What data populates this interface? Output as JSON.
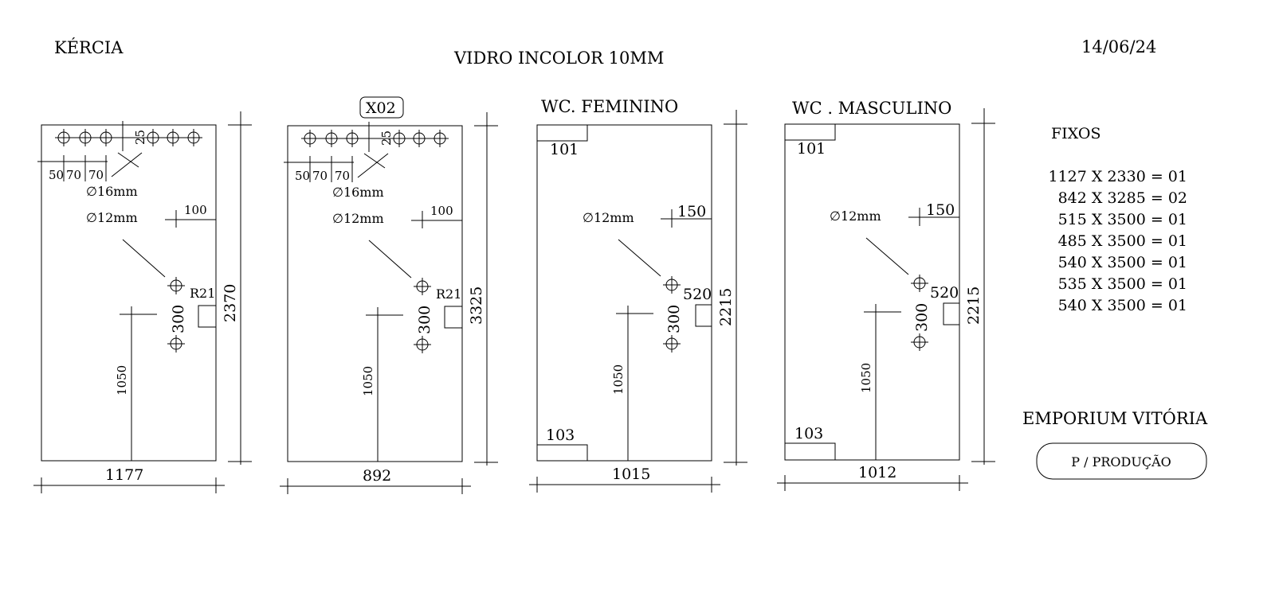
{
  "header": {
    "client": "KÉRCIA",
    "title": "VIDRO INCOLOR 10MM",
    "date": "14/06/24"
  },
  "panels": [
    {
      "label": "",
      "tag": "X02",
      "width_label": "1177",
      "height_label": "2370",
      "hole_spacing": [
        "50",
        "70",
        "70"
      ],
      "top_offset": "25",
      "diam1": "∅16mm",
      "diam2": "∅12mm",
      "edge_offset": "100",
      "pivot_spacing": "300",
      "radius": "R21",
      "handle_height": "1050"
    },
    {
      "label": "",
      "tag": "",
      "width_label": "892",
      "height_label": "3325",
      "hole_spacing": [
        "50",
        "70",
        "70"
      ],
      "top_offset": "25",
      "diam1": "∅16mm",
      "diam2": "∅12mm",
      "edge_offset": "100",
      "pivot_spacing": "300",
      "radius": "R21",
      "handle_height": "1050"
    },
    {
      "label": "WC. FEMININO",
      "width_label": "1015",
      "height_label": "2215",
      "corner_top": "101",
      "corner_bottom": "103",
      "diam2": "∅12mm",
      "edge_offset": "150",
      "pivot_spacing": "300",
      "radius": "520",
      "handle_height": "1050"
    },
    {
      "label": "WC . MASCULINO",
      "width_label": "1012",
      "height_label": "2215",
      "corner_top": "101",
      "corner_bottom": "103",
      "diam2": "∅12mm",
      "edge_offset": "150",
      "pivot_spacing": "300",
      "radius": "520",
      "handle_height": "1050"
    }
  ],
  "fixos": {
    "title": "FIXOS",
    "items": [
      "1127 X 2330 = 01",
      "842 X 3285 = 02",
      "515 X 3500 = 01",
      "485 X 3500 = 01",
      "540 X 3500 = 01",
      "535 X 3500 = 01",
      "540 X 3500 = 01"
    ]
  },
  "footer": {
    "company": "EMPORIUM VITÓRIA",
    "stamp": "P / PRODUÇÃO"
  }
}
